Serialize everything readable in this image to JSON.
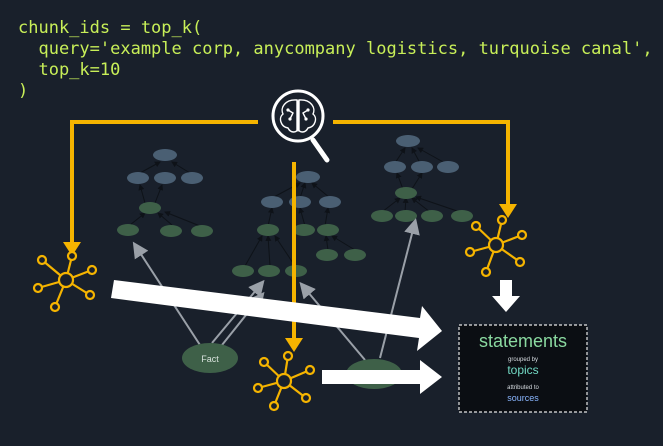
{
  "code": {
    "line1": "chunk_ids = top_k(",
    "line2": "  query='example corp, anycompany logistics, turquoise canal',",
    "line3": "  top_k=10",
    "line4": ")"
  },
  "diagram": {
    "fact_node_label": "Fact",
    "result_box": {
      "title": "statements",
      "grouped_by": "grouped by",
      "topics": "topics",
      "attributed_to": "attributed to",
      "sources": "sources"
    }
  },
  "colors": {
    "background": "#19202b",
    "code_text": "#c8ef58",
    "arrow_orange": "#f5b400",
    "node_blue": "#4a5f73",
    "node_green": "#3e6048",
    "result_title": "#8ad9a0",
    "result_topics": "#72d9c4",
    "result_sources": "#8ab6ff"
  },
  "icons": [
    "search-brain-icon",
    "hub-network-icon"
  ]
}
